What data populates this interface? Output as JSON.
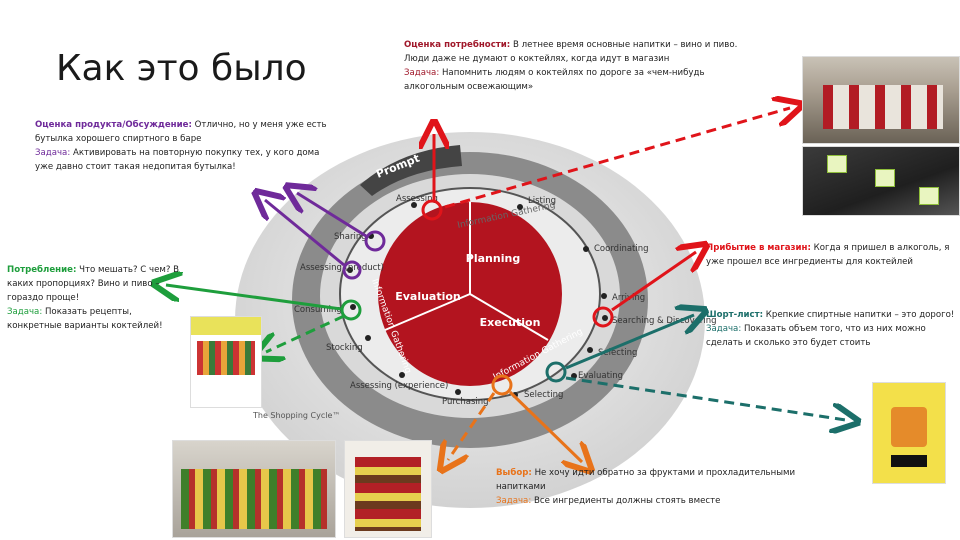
{
  "title": "Как это было",
  "colors": {
    "purple": "#6f2a9a",
    "red": "#e0141a",
    "green": "#1e9e3c",
    "teal": "#1c6f6a",
    "orange": "#e8731a",
    "darkred": "#a0182a",
    "blue": "#5b6fa0"
  },
  "notes": {
    "need": {
      "label": "Оценка потребности:",
      "text": "В летнее время основные напитки – вино и пиво. Люди даже не думают о коктейлях, когда идут в магазин",
      "task_label": "Задача:",
      "task": "Напомнить людям о коктейлях по дороге за «чем-нибудь алкогольным освежающим»"
    },
    "product": {
      "label": "Оценка продукта/Обсуждение:",
      "text": "Отлично, но у меня уже есть бутылка хорошего спиртного в баре",
      "task_label": "Задача:",
      "task": "Активировать на повторную покупку тех, у кого дома уже давно стоит такая недопитая бутылка!"
    },
    "consumption": {
      "label": "Потребление:",
      "text": "Что мешать? С чем? В каких пропорциях? Вино и пиво – гораздо проще!",
      "task_label": "Задача:",
      "task": "Показать рецепты, конкретные варианты коктейлей!"
    },
    "arrival": {
      "label": "Прибытие в магазин:",
      "text": "Когда я пришел в алкоголь, я уже прошел все ингредиенты для коктейлей"
    },
    "shortlist": {
      "label": "Шорт-лист:",
      "text": "Крепкие спиртные напитки – это дорого!",
      "task_label": "Задача:",
      "task": "Показать объем того, что из них можно сделать и сколько это будет стоить"
    },
    "choice": {
      "label": "Выбор:",
      "text": "Не хочу идти обратно за фруктами и прохладительными напитками",
      "task_label": "Задача:",
      "task": "Все ингредиенты должны стоять вместе"
    }
  },
  "cycle": {
    "prompt": "Prompt",
    "core": [
      "Planning",
      "Evaluation",
      "Execution"
    ],
    "ring_labels": [
      "Information Gathering",
      "Information Gathering",
      "Information Gathering"
    ],
    "stages": [
      "Assessing",
      "Listing",
      "Coordinating",
      "Arriving",
      "Searching & Discovering",
      "Selecting",
      "Evaluating",
      "Selecting",
      "Purchasing",
      "Assessing (experience)",
      "Stocking",
      "Consuming",
      "Assessing (product)",
      "Sharing"
    ],
    "caption": "The Shopping Cycle™"
  }
}
